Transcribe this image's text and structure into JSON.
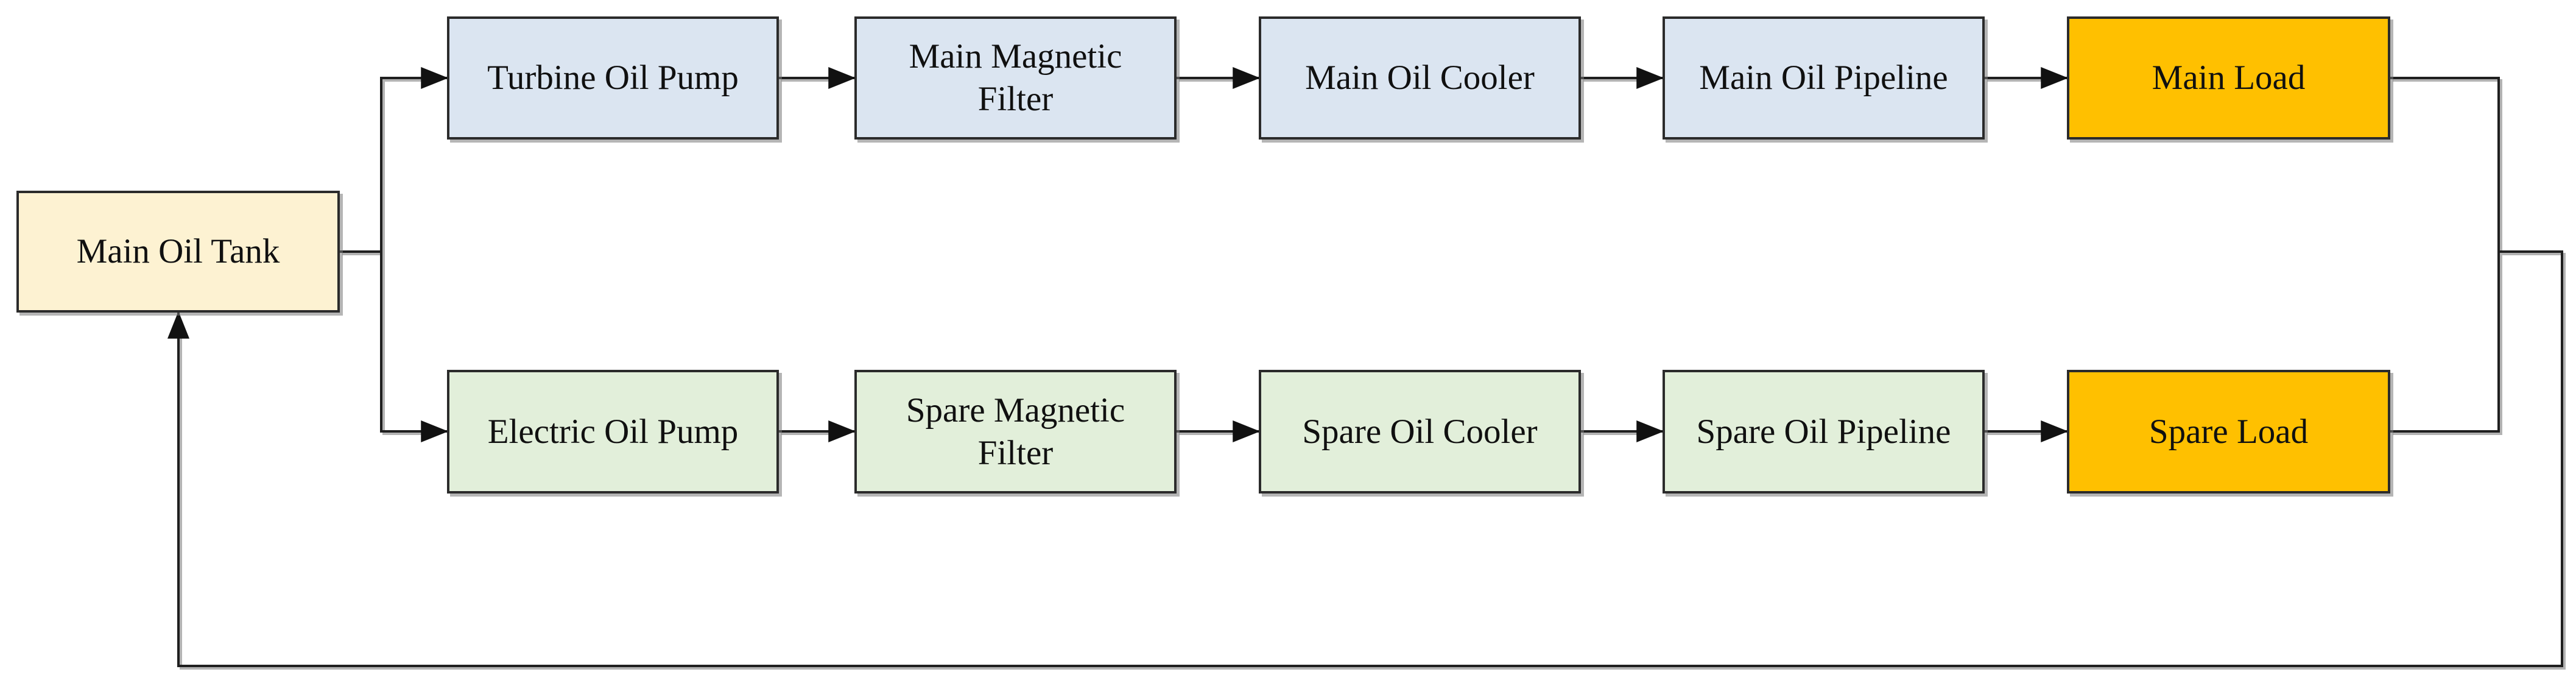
{
  "diagram": {
    "tank": {
      "label": "Main Oil Tank"
    },
    "main_line": {
      "pump": "Turbine Oil Pump",
      "filter": "Main Magnetic Filter",
      "cooler": "Main Oil Cooler",
      "pipeline": "Main Oil Pipeline",
      "load": "Main Load"
    },
    "spare_line": {
      "pump": "Electric Oil Pump",
      "filter": "Spare Magnetic Filter",
      "cooler": "Spare Oil Cooler",
      "pipeline": "Spare Oil Pipeline",
      "load": "Spare Load"
    },
    "colors": {
      "main_line_fill": "#dbe5f1",
      "spare_line_fill": "#e2efda",
      "tank_fill": "#fdf2d2",
      "load_fill": "#ffc000",
      "border": "#2b2b2b",
      "connector": "#1f1f1f",
      "connector_shadow": "#9a9a9a"
    }
  }
}
